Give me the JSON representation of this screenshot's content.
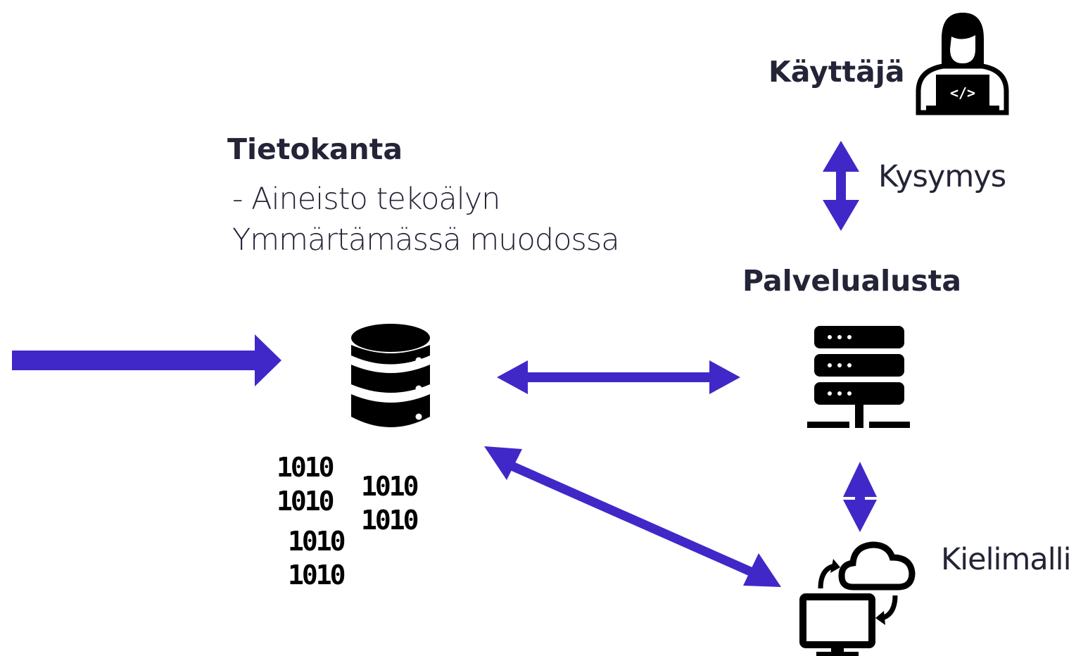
{
  "nodes": {
    "user": {
      "title": "Käyttäjä",
      "icon": "developer-icon"
    },
    "database": {
      "title": "Tietokanta",
      "description_line1": "- Aineisto tekoälyn",
      "description_line2": "Ymmärtämässä muodossa",
      "icon": "database-icon"
    },
    "platform": {
      "title": "Palvelualusta",
      "icon": "server-icon"
    },
    "model": {
      "title": "Kielimalli",
      "icon": "cloud-computing-icon"
    }
  },
  "edges": {
    "user_platform": "Kysymys"
  },
  "binary": {
    "group_a": [
      "1010",
      "1010"
    ],
    "group_b": [
      "1010",
      "1010"
    ],
    "group_c": [
      "1010",
      "1010"
    ]
  },
  "colors": {
    "arrow": "#4028C8",
    "text": "#242438",
    "icon": "#000000"
  }
}
